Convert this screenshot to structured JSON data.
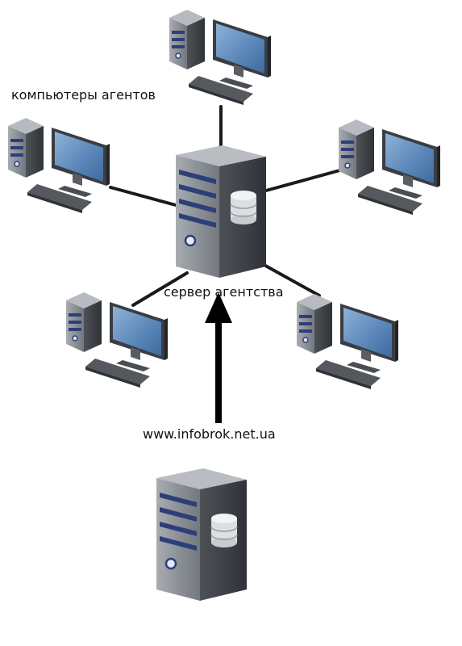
{
  "labels": {
    "agent_computers": "компьютеры агентов",
    "agency_server": "сервер агентства",
    "source_url": "www.infobrok.net.ua"
  },
  "icons": {
    "workstation": "desktop-computer-icon",
    "server": "server-tower-icon"
  },
  "colors": {
    "background": "#ffffff",
    "line": "#1a1a1a",
    "arrow": "#000000",
    "server_body": "#8a8f96",
    "server_stripe": "#2d3f78",
    "monitor_screen": "#5a85b8"
  }
}
